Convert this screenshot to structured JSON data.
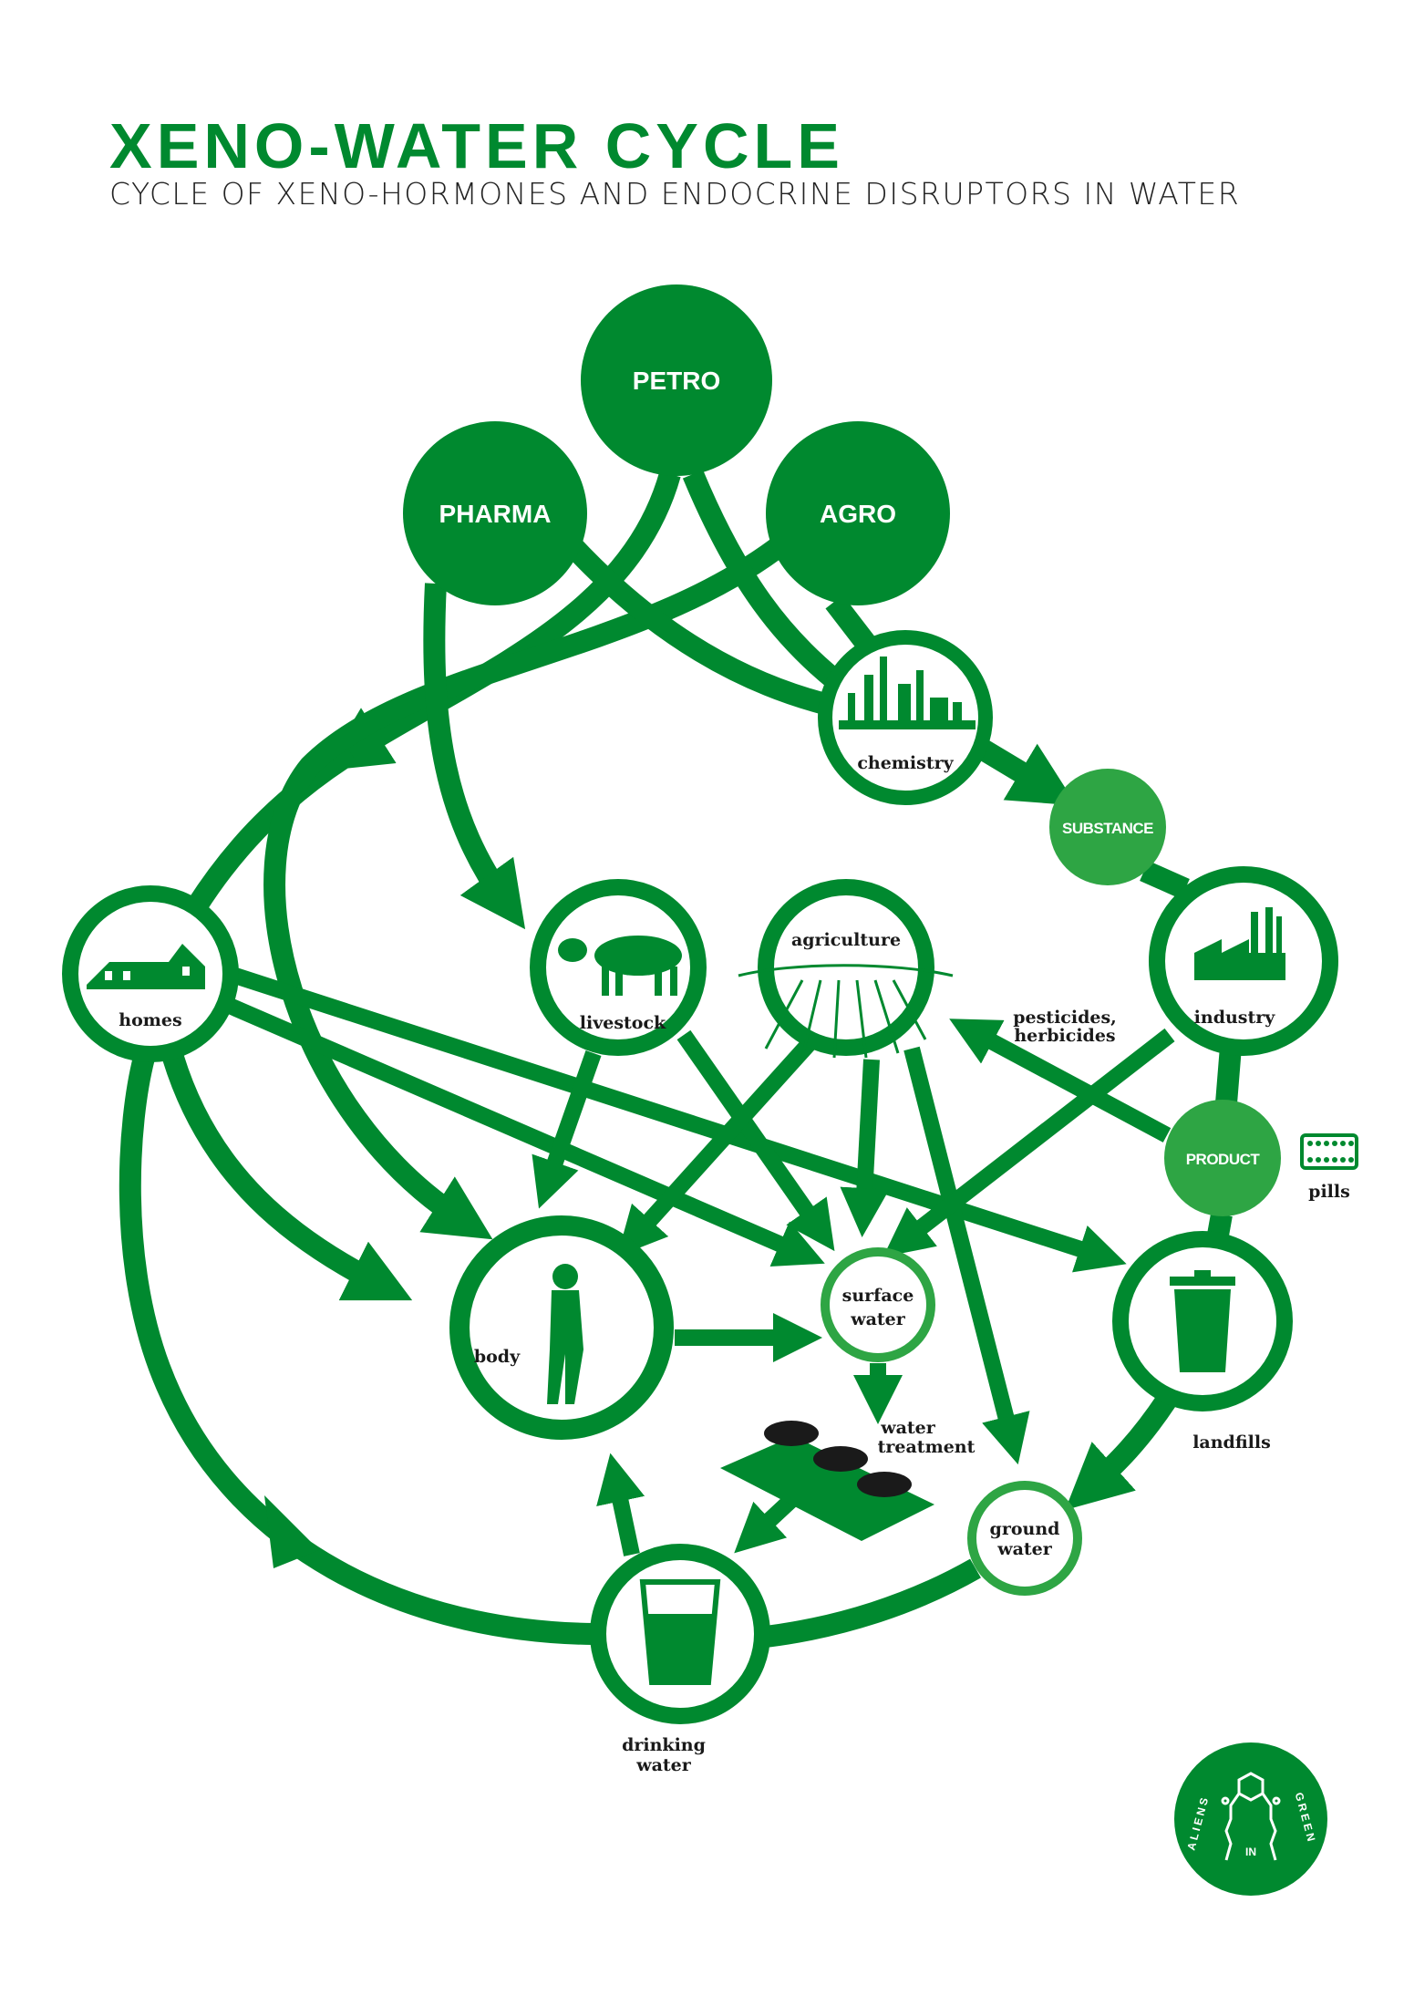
{
  "header": {
    "title": "XENO-WATER CYCLE",
    "subtitle": "CYCLE OF XENO-HORMONES AND ENDOCRINE DISRUPTORS IN WATER"
  },
  "sources": {
    "petro": "PETRO",
    "pharma": "PHARMA",
    "agro": "AGRO"
  },
  "stages": {
    "substance": "SUBSTANCE",
    "product": "PRODUCT"
  },
  "nodes": {
    "chemistry": "chemistry",
    "industry": "industry",
    "homes": "homes",
    "livestock": "livestock",
    "agriculture": "agriculture",
    "body": "body",
    "surface_water_1": "surface",
    "surface_water_2": "water",
    "ground_water_1": "ground",
    "ground_water_2": "water",
    "landfills": "landfills",
    "drinking_water_1": "drinking",
    "drinking_water_2": "water",
    "water_treatment_1": "water",
    "water_treatment_2": "treatment",
    "pesticides_1": "pesticides,",
    "pesticides_2": "herbicides",
    "pills": "pills"
  },
  "logo": {
    "left": "ALIENS",
    "middle": "IN",
    "right": "GREEN"
  },
  "colors": {
    "dark_green": "#00892f",
    "light_green": "#2ea544"
  }
}
